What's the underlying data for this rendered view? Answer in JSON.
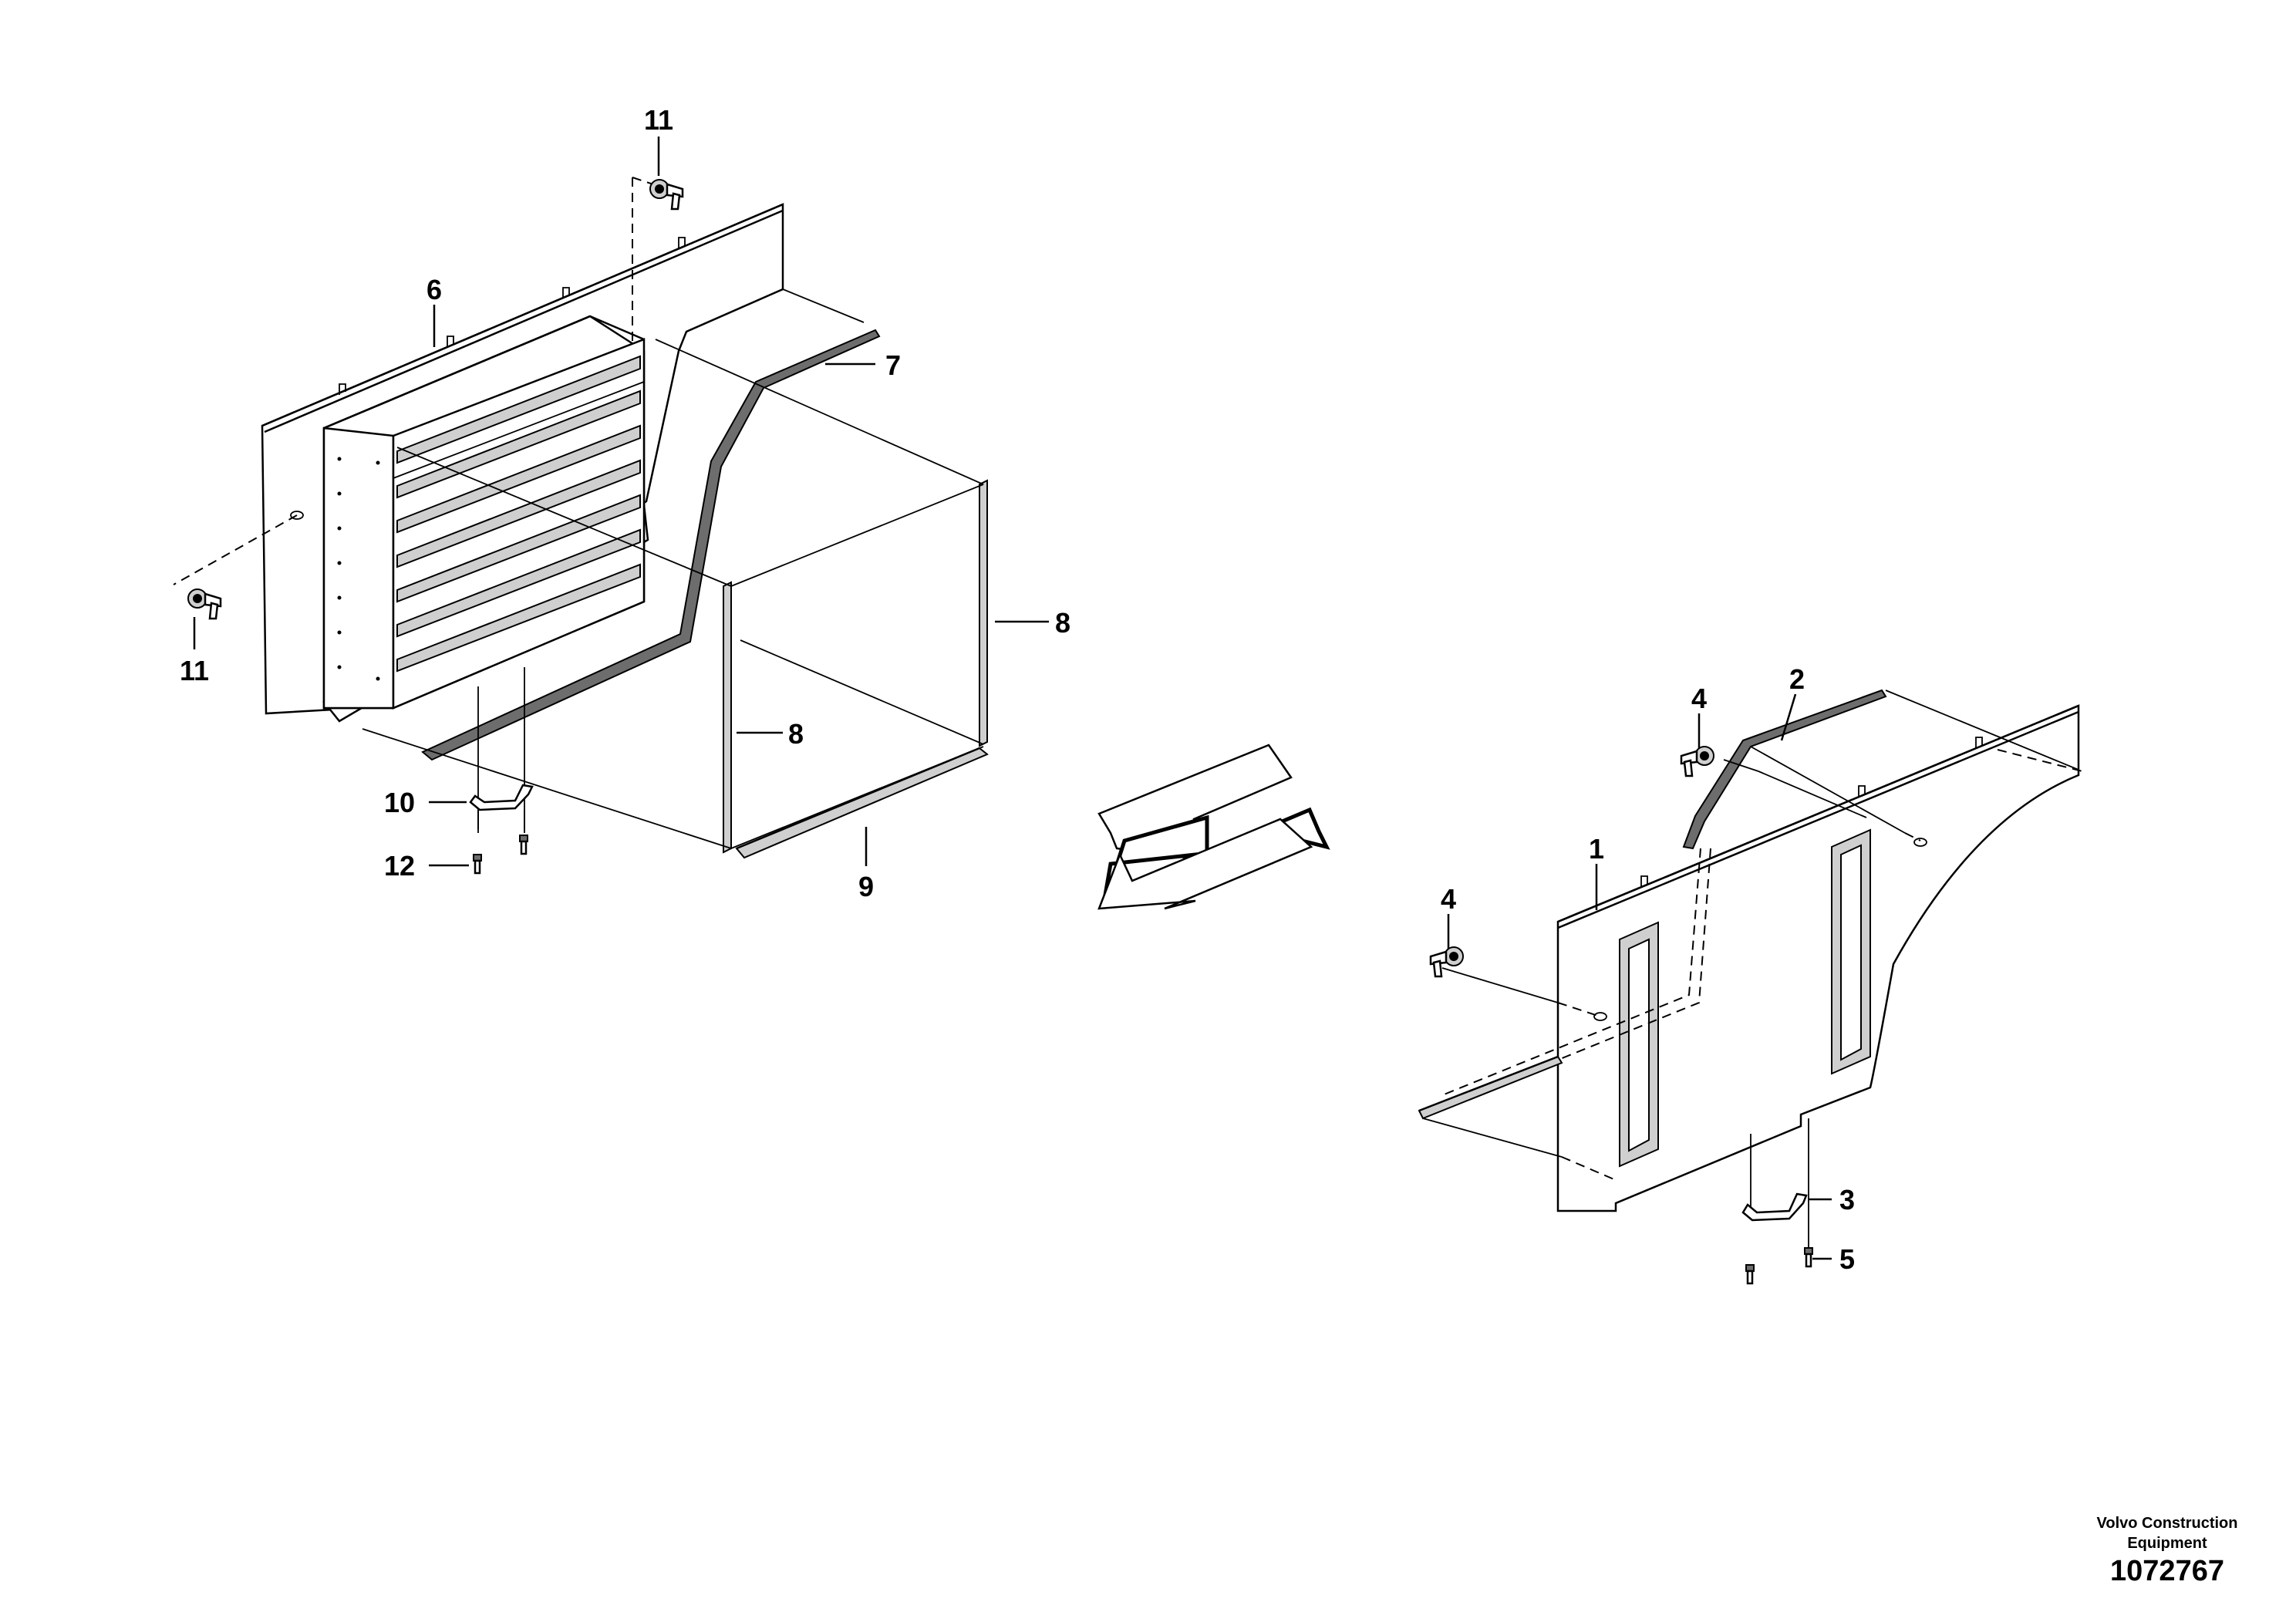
{
  "callouts": {
    "c1": "1",
    "c2": "2",
    "c3": "3",
    "c4a": "4",
    "c4b": "4",
    "c5": "5",
    "c6": "6",
    "c7": "7",
    "c8a": "8",
    "c8b": "8",
    "c9": "9",
    "c10": "10",
    "c11a": "11",
    "c11b": "11",
    "c12": "12"
  },
  "footer": {
    "brand_line1": "Volvo Construction",
    "brand_line2": "Equipment",
    "doc_number": "1072767"
  },
  "colors": {
    "line": "#000000",
    "background": "#ffffff",
    "seal_fill": "#6d6d6d",
    "part_fill": "#cfcfcf"
  },
  "icons": {
    "direction_arrow": "arrow-down-left-icon",
    "latch": "latch-icon",
    "bolt": "bolt-icon",
    "handle": "handle-icon"
  }
}
